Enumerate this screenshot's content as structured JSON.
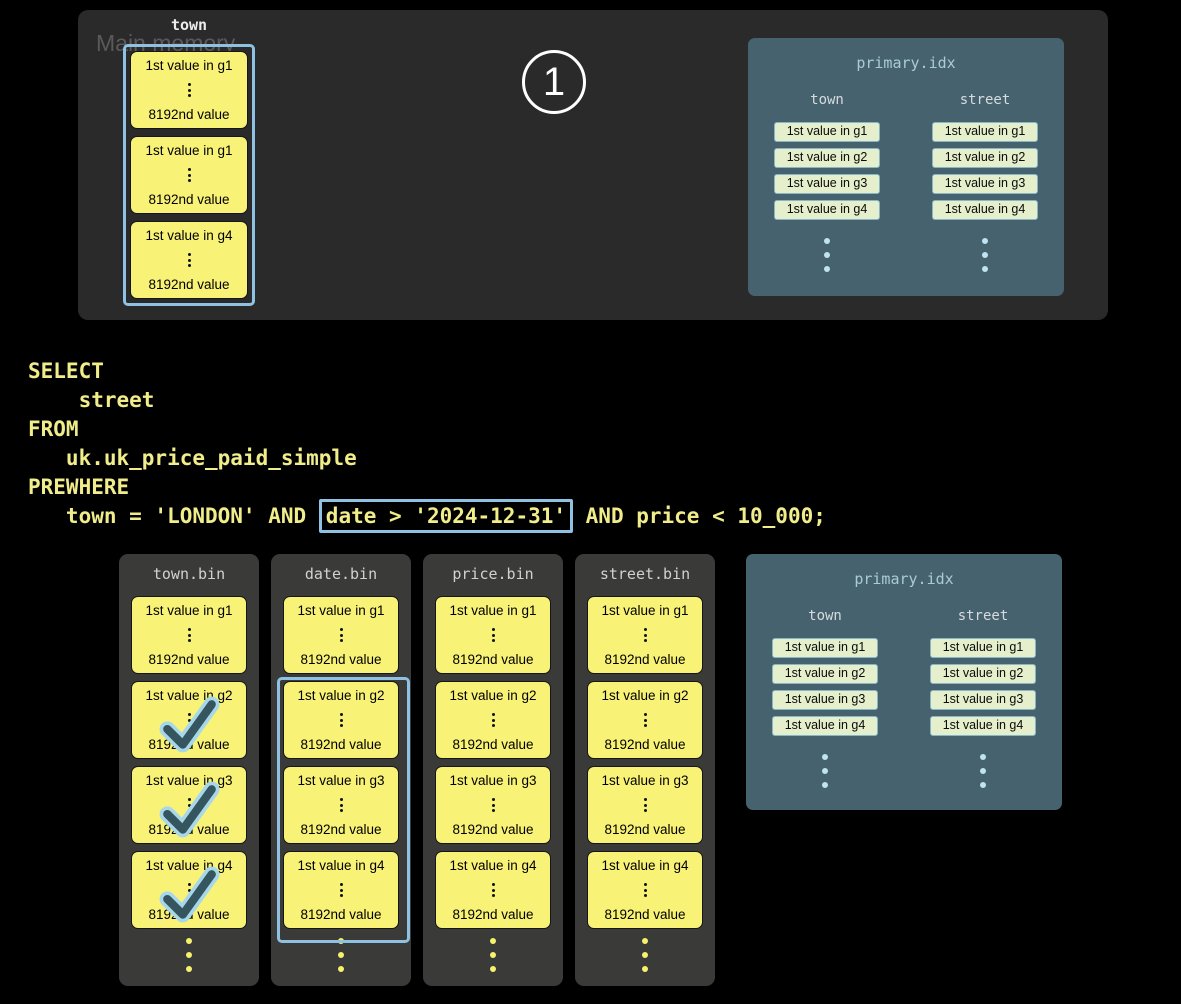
{
  "top_section": {
    "panel_label": "Main memory",
    "step_badge": "1",
    "memory_column": {
      "header": "town",
      "granules": [
        "1st value in g1",
        "1st value in g1",
        "1st value in g4"
      ],
      "last_value": "8192nd value"
    },
    "primary_idx": {
      "title": "primary.idx",
      "col1_header": "town",
      "col2_header": "street",
      "entries": [
        "1st value in g1",
        "1st value in g2",
        "1st value in g3",
        "1st value in g4"
      ]
    }
  },
  "sql": {
    "line1": "SELECT",
    "line2": "    street",
    "line3": "FROM",
    "line4": "   uk.uk_price_paid_simple",
    "line5": "PREWHERE",
    "line6_before": "   town = 'LONDON' AND ",
    "line6_box": "date > '2024-12-31'",
    "line6_after": " AND price < 10_000;"
  },
  "bottom_section": {
    "last_value": "8192nd value",
    "bins": [
      {
        "name": "town.bin",
        "granules": [
          "1st value in g1",
          "1st value in g2",
          "1st value in g3",
          "1st value in g4"
        ],
        "checked_granules": [
          2,
          3,
          4
        ]
      },
      {
        "name": "date.bin",
        "granules": [
          "1st value in g1",
          "1st value in g2",
          "1st value in g3",
          "1st value in g4"
        ],
        "framed_granules": [
          2,
          3,
          4
        ]
      },
      {
        "name": "price.bin",
        "granules": [
          "1st value in g1",
          "1st value in g2",
          "1st value in g3",
          "1st value in g4"
        ]
      },
      {
        "name": "street.bin",
        "granules": [
          "1st value in g1",
          "1st value in g2",
          "1st value in g3",
          "1st value in g4"
        ]
      }
    ],
    "primary_idx": {
      "title": "primary.idx",
      "col1_header": "town",
      "col2_header": "street",
      "entries": [
        "1st value in g1",
        "1st value in g2",
        "1st value in g3",
        "1st value in g4"
      ]
    }
  },
  "colors": {
    "selection_blue": "#8fc1e3",
    "granule_yellow": "#f8f276",
    "index_panel_slate": "#47626f",
    "index_entry_green": "#e6efcc",
    "sql_yellow": "#f0ed8a",
    "memory_panel_gray": "#2a2a2a",
    "bin_panel_gray": "#3a3a38"
  }
}
